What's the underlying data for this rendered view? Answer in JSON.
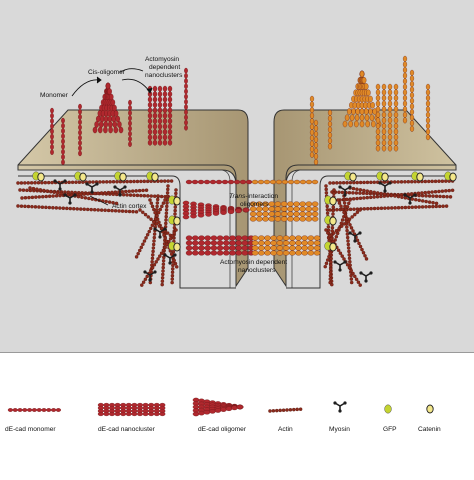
{
  "labels": {
    "monomer": "Monomer",
    "cis_oligomer": "Cis-oligomer",
    "actomyosin_dependent": "Actomyosin",
    "nanoclusters_line2": "dependent",
    "nanoclusters_line3": "nanoclusters",
    "trans_interaction_1": "Trans",
    "trans_interaction_1b": "-interaction",
    "trans_interaction_2": "oligomers",
    "actin_cortex": "Actin cortex",
    "actomyosin_bottom_1": "Actomyosin dependent",
    "actomyosin_bottom_2": "nanoclusters"
  },
  "legend": {
    "items": [
      {
        "label": "dE-cad monomer",
        "icon": "monomer-chain-icon"
      },
      {
        "label": "dE-cad nanocluster",
        "icon": "nanocluster-icon"
      },
      {
        "label": "dE-cad oligomer",
        "icon": "oligomer-fan-icon"
      },
      {
        "label": "Actin",
        "icon": "actin-filament-icon"
      },
      {
        "label": "Myosin",
        "icon": "myosin-icon"
      },
      {
        "label": "GFP",
        "icon": "gfp-icon"
      },
      {
        "label": "Catenin",
        "icon": "catenin-icon"
      }
    ]
  },
  "colors": {
    "panel_bg": "#d9d9d9",
    "membrane": "#c2b392",
    "cadherin_red": "#b0282e",
    "cadherin_orange": "#e08a27",
    "actin": "#8b2a1c",
    "myosin": "#1e1e1e",
    "gfp": "#c4d430",
    "catenin": "#f3e78a"
  }
}
